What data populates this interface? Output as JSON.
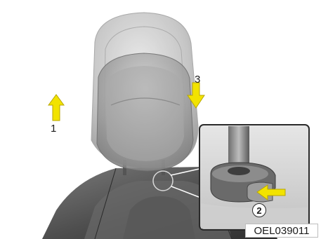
{
  "figure": {
    "step_labels": {
      "up": "1",
      "push_button": "2",
      "down": "3"
    },
    "code": "OEL039011",
    "colors": {
      "arrow_fill": "#f2e300",
      "arrow_stroke": "#b8a600",
      "seat_dark": "#5a5a5a",
      "headrest_gray": "#c8c8c8",
      "inset_bg": "#d9d9d9"
    },
    "icons": {
      "arrow_up": "up-arrow-icon",
      "arrow_down": "down-arrow-icon",
      "arrow_left": "left-arrow-icon"
    }
  }
}
